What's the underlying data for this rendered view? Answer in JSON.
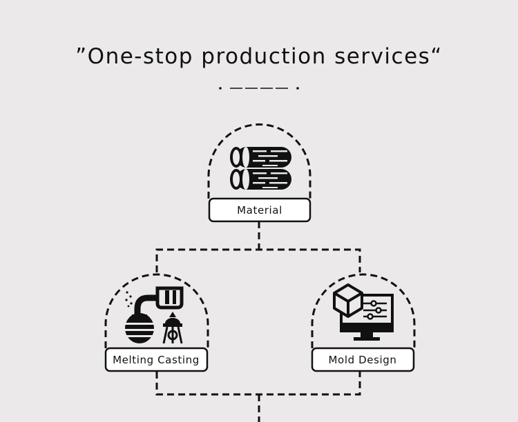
{
  "title": "”One-stop production services“",
  "nodes": [
    {
      "id": "material",
      "label": "Material",
      "icon": "steel-bars-icon"
    },
    {
      "id": "melting-casting",
      "label": "Melting Casting",
      "icon": "melting-furnace-icon"
    },
    {
      "id": "mold-design",
      "label": "Mold Design",
      "icon": "cad-monitor-icon"
    }
  ],
  "colors": {
    "background": "#ebe9ea",
    "ink": "#111111",
    "label_fill": "#ffffff"
  }
}
